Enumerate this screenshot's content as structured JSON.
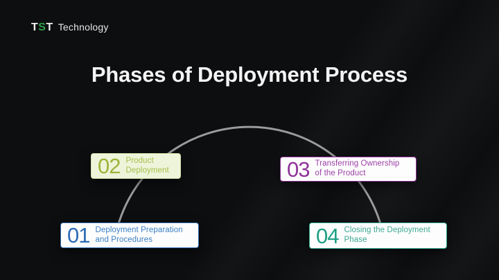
{
  "logo": {
    "t1": "T",
    "s": "S",
    "t2": "T",
    "company": "Technology",
    "s_color": "#2f9e4a"
  },
  "title": "Phases of Deployment Process",
  "arc": {
    "color": "#ababab"
  },
  "phases": [
    {
      "number": "01",
      "line1": "Deployment Preparation",
      "line2": "and Procedures",
      "number_color": "#2d6cb5",
      "text_color": "#3a7fc4",
      "bg": "#fdfdfd",
      "border": "#2e6db4"
    },
    {
      "number": "02",
      "line1": "Product",
      "line2": "Deployment",
      "number_color": "#9db43a",
      "text_color": "#a6bf4b",
      "bg": "#eef4da",
      "border": "#cfe0a5"
    },
    {
      "number": "03",
      "line1": "Transferring Ownership",
      "line2": "of the Product",
      "number_color": "#8f3399",
      "text_color": "#9c3fa6",
      "bg": "#fdfdfd",
      "border": "#93359c"
    },
    {
      "number": "04",
      "line1": "Closing the Deployment",
      "line2": "Phase",
      "number_color": "#1fa085",
      "text_color": "#3ca892",
      "bg": "#fdfdfd",
      "border": "#2aa68a"
    }
  ]
}
